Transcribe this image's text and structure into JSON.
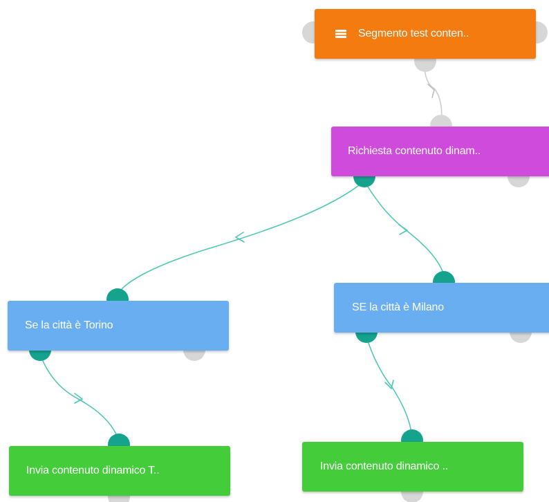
{
  "colors": {
    "segment_node": "#f47b0f",
    "request_node": "#cf4bdc",
    "condition_node": "#6aaef2",
    "send_node": "#44cc3a",
    "teal_port": "#15a38e",
    "grey_port": "#d7d7d7",
    "connector": "#4fc7b4",
    "grey_connector": "#cccccc"
  },
  "nodes": {
    "segment": {
      "label": "Segmento test conten..",
      "icon": "list-icon"
    },
    "request": {
      "label": "Richiesta contenuto dinam.."
    },
    "condition_torino": {
      "label": "Se la città è Torino"
    },
    "condition_milano": {
      "label": "SE la città è Milano"
    },
    "send_torino": {
      "label": "Invia contenuto dinamico T.."
    },
    "send_milano": {
      "label": "Invia contenuto dinamico .."
    }
  }
}
